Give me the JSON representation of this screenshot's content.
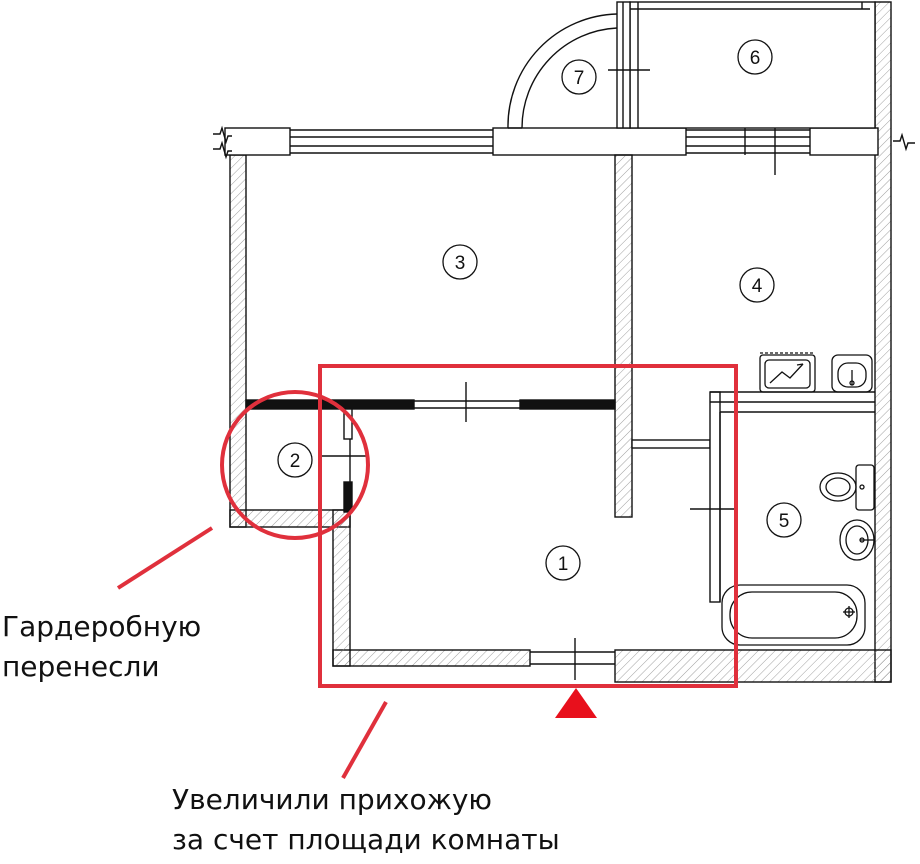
{
  "rooms": [
    {
      "id": "1",
      "label": "1"
    },
    {
      "id": "2",
      "label": "2"
    },
    {
      "id": "3",
      "label": "3"
    },
    {
      "id": "4",
      "label": "4"
    },
    {
      "id": "5",
      "label": "5"
    },
    {
      "id": "6",
      "label": "6"
    },
    {
      "id": "7",
      "label": "7"
    }
  ],
  "annotations": {
    "wardrobe": {
      "line1": "Гардеробную",
      "line2": "перенесли"
    },
    "hallway": {
      "line1": "Увеличили прихожую",
      "line2": "за счет площади комнаты"
    }
  },
  "colors": {
    "highlight": "#e0303c",
    "walls": "#111111",
    "entrance_marker": "#e8101c"
  }
}
